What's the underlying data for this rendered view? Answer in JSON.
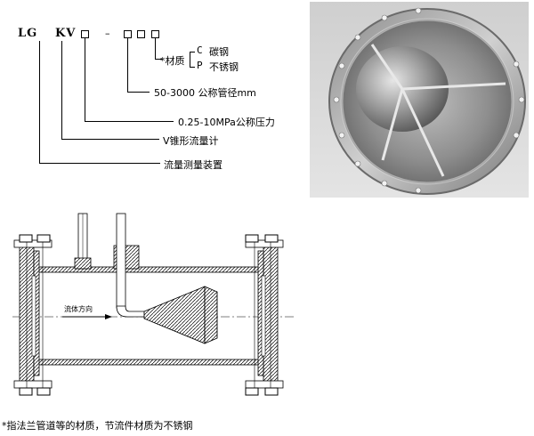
{
  "model_code": {
    "prefix_lg": "LG",
    "prefix_kv": "KV",
    "dash": "–"
  },
  "material": {
    "label": "*材质",
    "option_c_code": "C",
    "option_c_text": "碳钢",
    "option_p_code": "P",
    "option_p_text": "不锈钢"
  },
  "callouts": {
    "nominal_diameter": "50-3000 公称管径mm",
    "nominal_pressure": "0.25-10MPa公称压力",
    "v_cone_meter": "V锥形流量计",
    "flow_device": "流量测量装置"
  },
  "drawing": {
    "flow_direction": "流体方向"
  },
  "footnote": "*指法兰管道等的材质，节流件材质为不锈钢"
}
